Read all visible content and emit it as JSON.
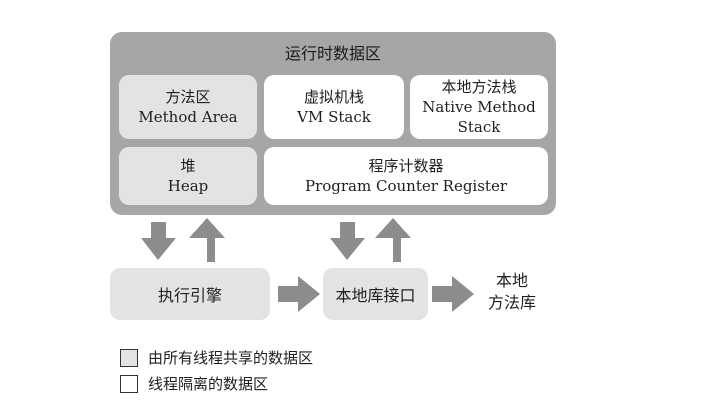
{
  "runtime_area": {
    "title": "运行时数据区",
    "method_area": {
      "zh": "方法区",
      "en": "Method Area"
    },
    "vm_stack": {
      "zh": "虚拟机栈",
      "en": "VM Stack"
    },
    "native_method_stack": {
      "zh": "本地方法栈",
      "en_line1": "Native Method",
      "en_line2": "Stack"
    },
    "heap": {
      "zh": "堆",
      "en": "Heap"
    },
    "program_counter": {
      "zh": "程序计数器",
      "en": "Program Counter Register"
    }
  },
  "execution_engine": "执行引擎",
  "native_interface": "本地库接口",
  "native_library": {
    "line1": "本地",
    "line2": "方法库"
  },
  "legend": {
    "shared": "由所有线程共享的数据区",
    "isolated": "线程隔离的数据区"
  },
  "colors": {
    "outer": "#a6a6a6",
    "shared": "#e3e3e3",
    "isolated": "#ffffff",
    "arrow": "#8c8c8c"
  }
}
